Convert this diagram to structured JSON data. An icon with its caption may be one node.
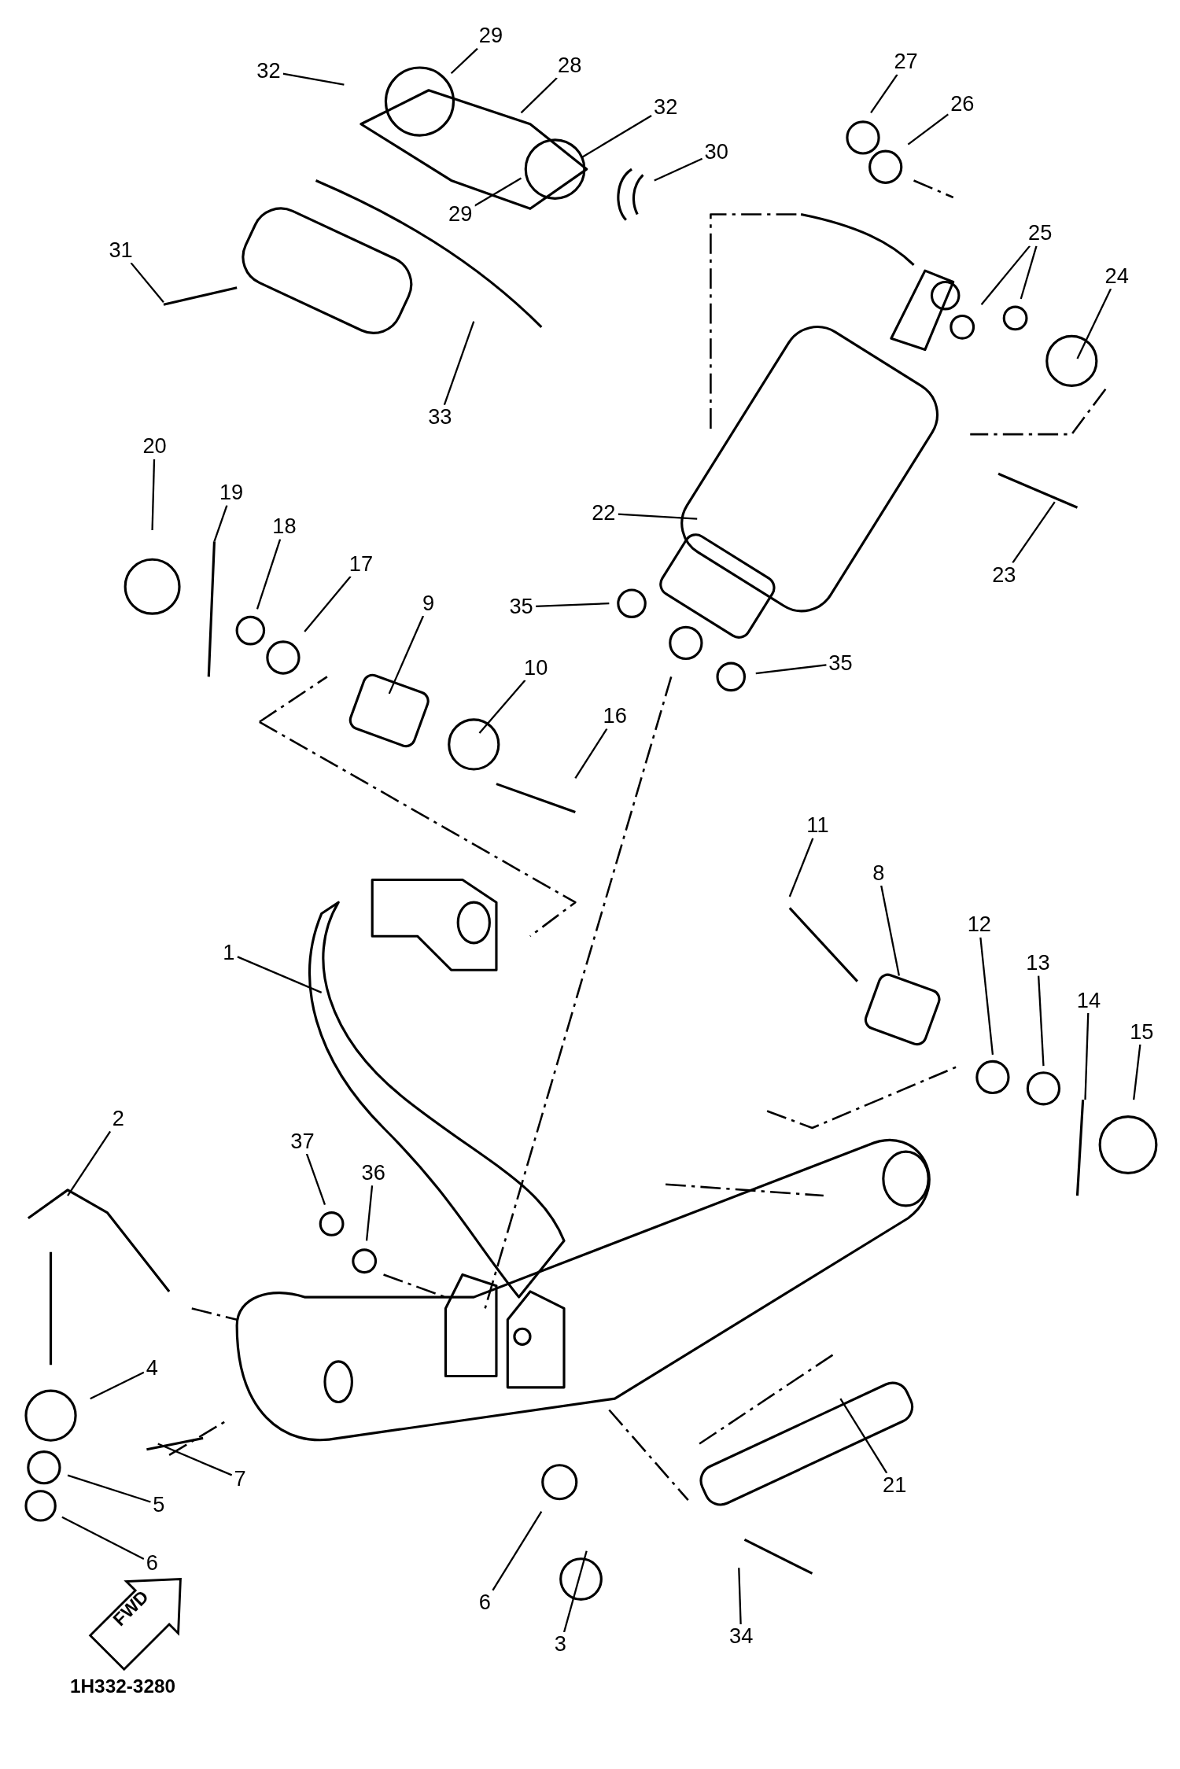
{
  "diagram": {
    "nodes": [
      {
        "text": [
          "32"
        ]
      },
      {
        "text": [
          "29"
        ]
      },
      {
        "text": [
          "28"
        ]
      },
      {
        "text": [
          "32"
        ]
      },
      {
        "text": [
          "30"
        ]
      },
      {
        "text": [
          "29"
        ]
      },
      {
        "text": [
          "31"
        ]
      },
      {
        "text": [
          "33"
        ]
      },
      {
        "text": [
          "27"
        ]
      },
      {
        "text": [
          "26"
        ]
      },
      {
        "text": [
          "25"
        ]
      },
      {
        "text": [
          "24"
        ]
      },
      {
        "text": [
          "23"
        ]
      },
      {
        "text": [
          "22"
        ]
      },
      {
        "text": [
          "20"
        ]
      },
      {
        "text": [
          "19"
        ]
      },
      {
        "text": [
          "18"
        ]
      },
      {
        "text": [
          "17"
        ]
      },
      {
        "text": [
          "9"
        ]
      },
      {
        "text": [
          "10"
        ]
      },
      {
        "text": [
          "16"
        ]
      },
      {
        "text": [
          "35"
        ]
      },
      {
        "text": [
          "35"
        ]
      },
      {
        "text": [
          "11"
        ]
      },
      {
        "text": [
          "8"
        ]
      },
      {
        "text": [
          "12"
        ]
      },
      {
        "text": [
          "13"
        ]
      },
      {
        "text": [
          "14"
        ]
      },
      {
        "text": [
          "15"
        ]
      },
      {
        "text": [
          "1"
        ]
      },
      {
        "text": [
          "2"
        ]
      },
      {
        "text": [
          "37"
        ]
      },
      {
        "text": [
          "36"
        ]
      },
      {
        "text": [
          "4"
        ]
      },
      {
        "text": [
          "5"
        ]
      },
      {
        "text": [
          "7"
        ]
      },
      {
        "text": [
          "6"
        ]
      },
      {
        "text": [
          "6"
        ]
      },
      {
        "text": [
          "3"
        ]
      },
      {
        "text": [
          "34"
        ]
      },
      {
        "text": [
          "21"
        ]
      }
    ],
    "edges": [
      {
        "from": 0,
        "to": null,
        "arrow": "none"
      },
      {
        "from": 1,
        "to": null,
        "arrow": "none"
      },
      {
        "from": 2,
        "to": null,
        "arrow": "none"
      },
      {
        "from": 3,
        "to": null,
        "arrow": "none"
      },
      {
        "from": 4,
        "to": null,
        "arrow": "none"
      },
      {
        "from": 5,
        "to": null,
        "arrow": "none"
      },
      {
        "from": 6,
        "to": null,
        "arrow": "none"
      },
      {
        "from": 7,
        "to": null,
        "arrow": "none"
      },
      {
        "from": 8,
        "to": null,
        "arrow": "none"
      },
      {
        "from": 9,
        "to": null,
        "arrow": "none"
      },
      {
        "from": 10,
        "to": null,
        "arrow": "none"
      },
      {
        "from": 10,
        "to": null,
        "arrow": "none"
      },
      {
        "from": 11,
        "to": null,
        "arrow": "none"
      },
      {
        "from": 12,
        "to": null,
        "arrow": "none"
      },
      {
        "from": 13,
        "to": null,
        "arrow": "none"
      },
      {
        "from": 14,
        "to": null,
        "arrow": "none"
      },
      {
        "from": 15,
        "to": null,
        "arrow": "none"
      },
      {
        "from": 16,
        "to": null,
        "arrow": "none"
      },
      {
        "from": 17,
        "to": null,
        "arrow": "none"
      },
      {
        "from": 18,
        "to": null,
        "arrow": "none"
      },
      {
        "from": 19,
        "to": null,
        "arrow": "none"
      },
      {
        "from": 20,
        "to": null,
        "arrow": "none"
      },
      {
        "from": 21,
        "to": null,
        "arrow": "none"
      },
      {
        "from": 22,
        "to": null,
        "arrow": "none"
      },
      {
        "from": 23,
        "to": null,
        "arrow": "none"
      },
      {
        "from": 24,
        "to": null,
        "arrow": "none"
      },
      {
        "from": 25,
        "to": null,
        "arrow": "none"
      },
      {
        "from": 26,
        "to": null,
        "arrow": "none"
      },
      {
        "from": 27,
        "to": null,
        "arrow": "none"
      },
      {
        "from": 28,
        "to": null,
        "arrow": "none"
      },
      {
        "from": 29,
        "to": null,
        "arrow": "none"
      },
      {
        "from": 30,
        "to": null,
        "arrow": "none"
      },
      {
        "from": 31,
        "to": null,
        "arrow": "none"
      },
      {
        "from": 32,
        "to": null,
        "arrow": "none"
      },
      {
        "from": 33,
        "to": null,
        "arrow": "none"
      },
      {
        "from": 34,
        "to": null,
        "arrow": "none"
      },
      {
        "from": 35,
        "to": null,
        "arrow": "none"
      },
      {
        "from": 36,
        "to": null,
        "arrow": "none"
      },
      {
        "from": 37,
        "to": null,
        "arrow": "none"
      },
      {
        "from": 38,
        "to": null,
        "arrow": "none"
      },
      {
        "from": 39,
        "to": null,
        "arrow": "none"
      },
      {
        "from": 40,
        "to": null,
        "arrow": "none"
      }
    ],
    "labels": [
      "FWD",
      "1H332-3280"
    ]
  }
}
